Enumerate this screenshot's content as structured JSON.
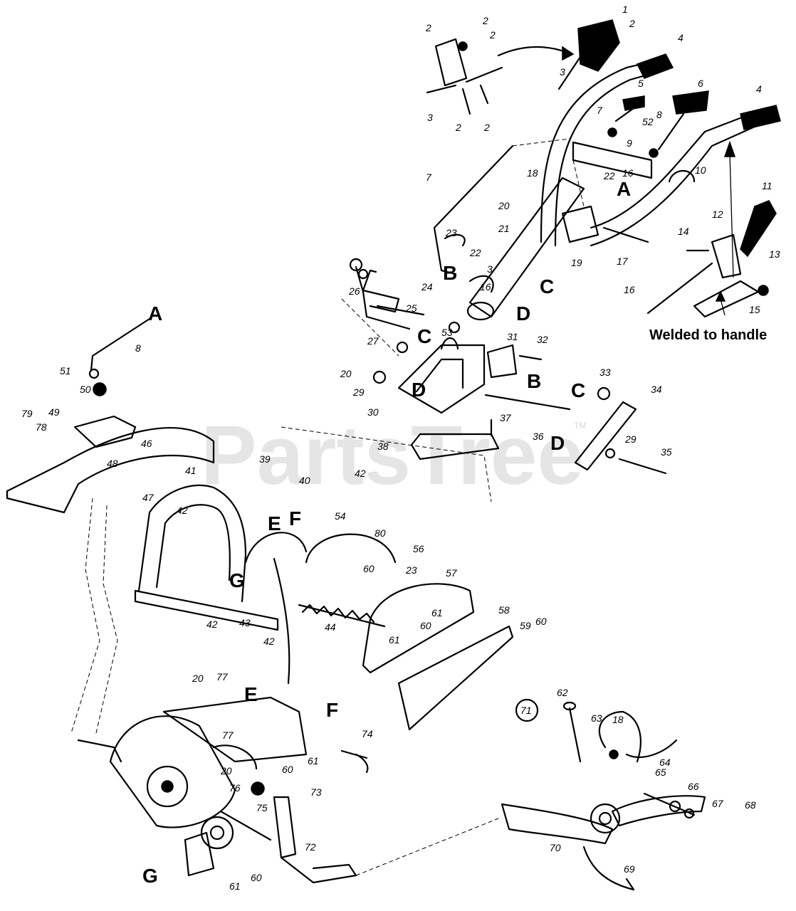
{
  "watermark": {
    "text": "PartsTree",
    "trademark": "TM"
  },
  "note": "Welded to handle",
  "letters": [
    "A",
    "A",
    "B",
    "B",
    "C",
    "C",
    "C",
    "D",
    "D",
    "D",
    "E",
    "E",
    "F",
    "F",
    "G",
    "G"
  ],
  "callouts": [
    "1",
    "2",
    "2",
    "2",
    "2",
    "2",
    "2",
    "3",
    "3",
    "3",
    "4",
    "4",
    "5",
    "6",
    "7",
    "7",
    "8",
    "8",
    "9",
    "10",
    "11",
    "12",
    "13",
    "14",
    "15",
    "16",
    "16",
    "16",
    "17",
    "18",
    "18",
    "19",
    "20",
    "20",
    "20",
    "20",
    "21",
    "22",
    "22",
    "23",
    "23",
    "24",
    "25",
    "26",
    "27",
    "29",
    "29",
    "30",
    "31",
    "32",
    "33",
    "34",
    "35",
    "36",
    "37",
    "38",
    "39",
    "40",
    "41",
    "42",
    "42",
    "42",
    "42",
    "43",
    "44",
    "46",
    "47",
    "48",
    "49",
    "50",
    "51",
    "52",
    "53",
    "54",
    "56",
    "57",
    "58",
    "59",
    "60",
    "60",
    "60",
    "60",
    "60",
    "61",
    "61",
    "61",
    "61",
    "62",
    "63",
    "64",
    "65",
    "66",
    "67",
    "68",
    "69",
    "70",
    "71",
    "72",
    "73",
    "74",
    "75",
    "76",
    "77",
    "77",
    "78",
    "79",
    "80"
  ],
  "colors": {
    "line": "#000000",
    "background": "#ffffff",
    "watermark": "#bdbdbd"
  }
}
